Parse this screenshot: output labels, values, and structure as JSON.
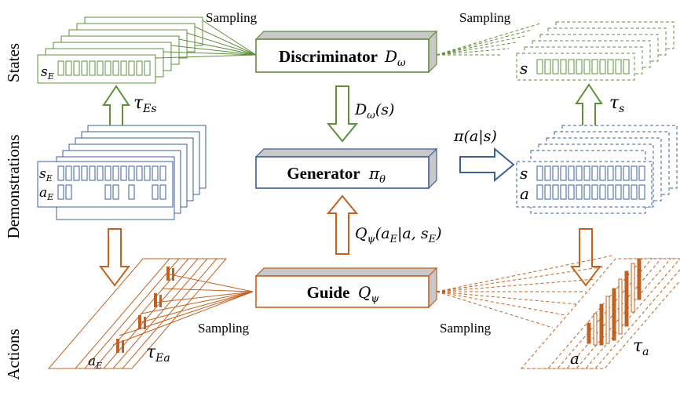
{
  "row_labels": {
    "states": "States",
    "demonstrations": "Demonstrations",
    "actions": "Actions"
  },
  "sampling_label": "Sampling",
  "discriminator": {
    "name": "Discriminator",
    "symbol": "D",
    "subscript": "ω"
  },
  "generator": {
    "name": "Generator",
    "symbol": "π",
    "subscript": "θ"
  },
  "guide": {
    "name": "Guide",
    "symbol": "Q",
    "subscript": "ψ"
  },
  "edge_labels": {
    "disc_to_gen": {
      "main": "D",
      "sub": "ω",
      "tail": "(s)"
    },
    "guide_to_gen": {
      "main": "Q",
      "sub": "ψ",
      "open": "(a",
      "sub2": "E",
      "tail": "|a, s",
      "sub3": "E",
      "close": ")"
    },
    "policy": "π(a|s)"
  },
  "tau_labels": {
    "expert_states": {
      "main": "τ",
      "sub": "Es"
    },
    "expert_actions": {
      "main": "τ",
      "sub": "Ea"
    },
    "gen_states": {
      "main": "τ",
      "sub": "s"
    },
    "gen_actions": {
      "main": "τ",
      "sub": "a"
    }
  },
  "card_labels": {
    "expert_state": {
      "main": "s",
      "sub": "E"
    },
    "expert_action": {
      "main": "a",
      "sub": "E"
    },
    "gen_state": "s",
    "gen_action": "a"
  },
  "colors": {
    "green": "#5f8f3a",
    "blue": "#3a5f9a",
    "orange": "#c2611f",
    "box_side": "#c8c8c8"
  }
}
